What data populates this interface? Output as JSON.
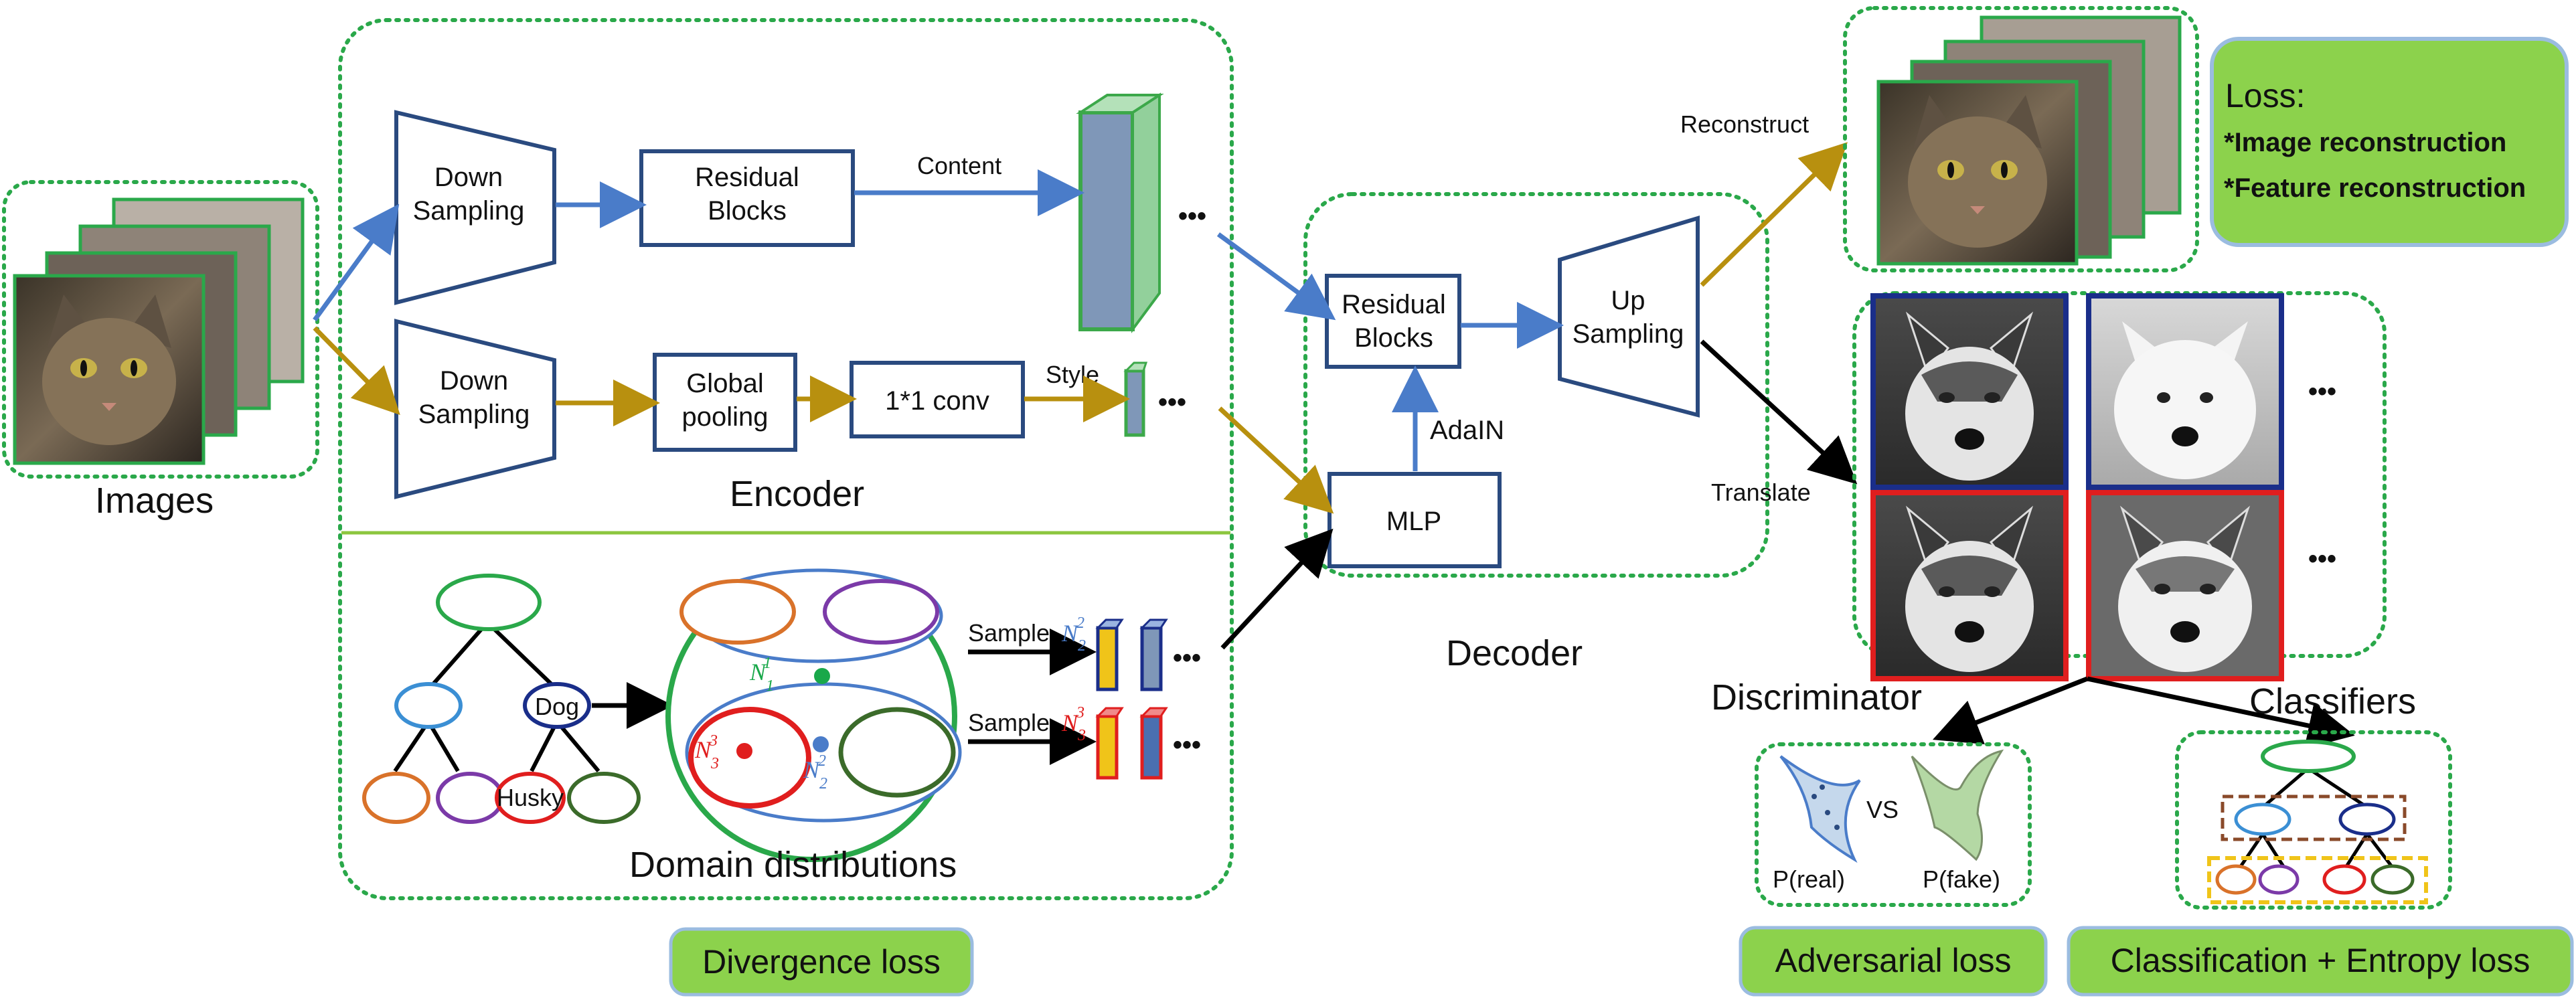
{
  "colors": {
    "blue_arrow": "#4a7cc9",
    "gold_arrow": "#b8900f",
    "box_stroke": "#2a4a7f",
    "dotted_green": "#2aa84a",
    "loss_green": "#8cd24c",
    "loss_border": "#9bbce0",
    "feature_fill": "#7f97b8",
    "feature_green": "#3ca84a"
  },
  "images": {
    "label": "Images"
  },
  "encoder": {
    "label": "Encoder",
    "down_sampling_1": "Down\nSampling",
    "down_sampling_2": "Down\nSampling",
    "residual_blocks": "Residual\nBlocks",
    "global_pooling": "Global\npooling",
    "conv": "1*1 conv",
    "content_label": "Content",
    "style_label": "Style"
  },
  "domain": {
    "label": "Domain distributions",
    "dog_label": "Dog",
    "husky_label": "Husky",
    "sample_label_1": "Sample",
    "sample_label_2": "Sample",
    "n11": "N",
    "n22": "N",
    "n33": "N"
  },
  "decoder": {
    "label": "Decoder",
    "residual_blocks": "Residual\nBlocks",
    "up_sampling": "Up\nSampling",
    "mlp": "MLP",
    "adain": "AdaIN"
  },
  "outputs": {
    "reconstruct_label": "Reconstruct",
    "translate_label": "Translate",
    "discriminator_label": "Discriminator",
    "classifiers_label": "Classifiers",
    "vs_label": "VS",
    "p_real": "P(real)",
    "p_fake": "P(fake)"
  },
  "losses": {
    "reconstruction_title": "Loss:",
    "reconstruction_items": [
      "*Image reconstruction",
      "*Feature reconstruction"
    ],
    "divergence": "Divergence loss",
    "adversarial": "Adversarial loss",
    "classification": "Classification + Entropy loss"
  },
  "ellipsis": "•••"
}
